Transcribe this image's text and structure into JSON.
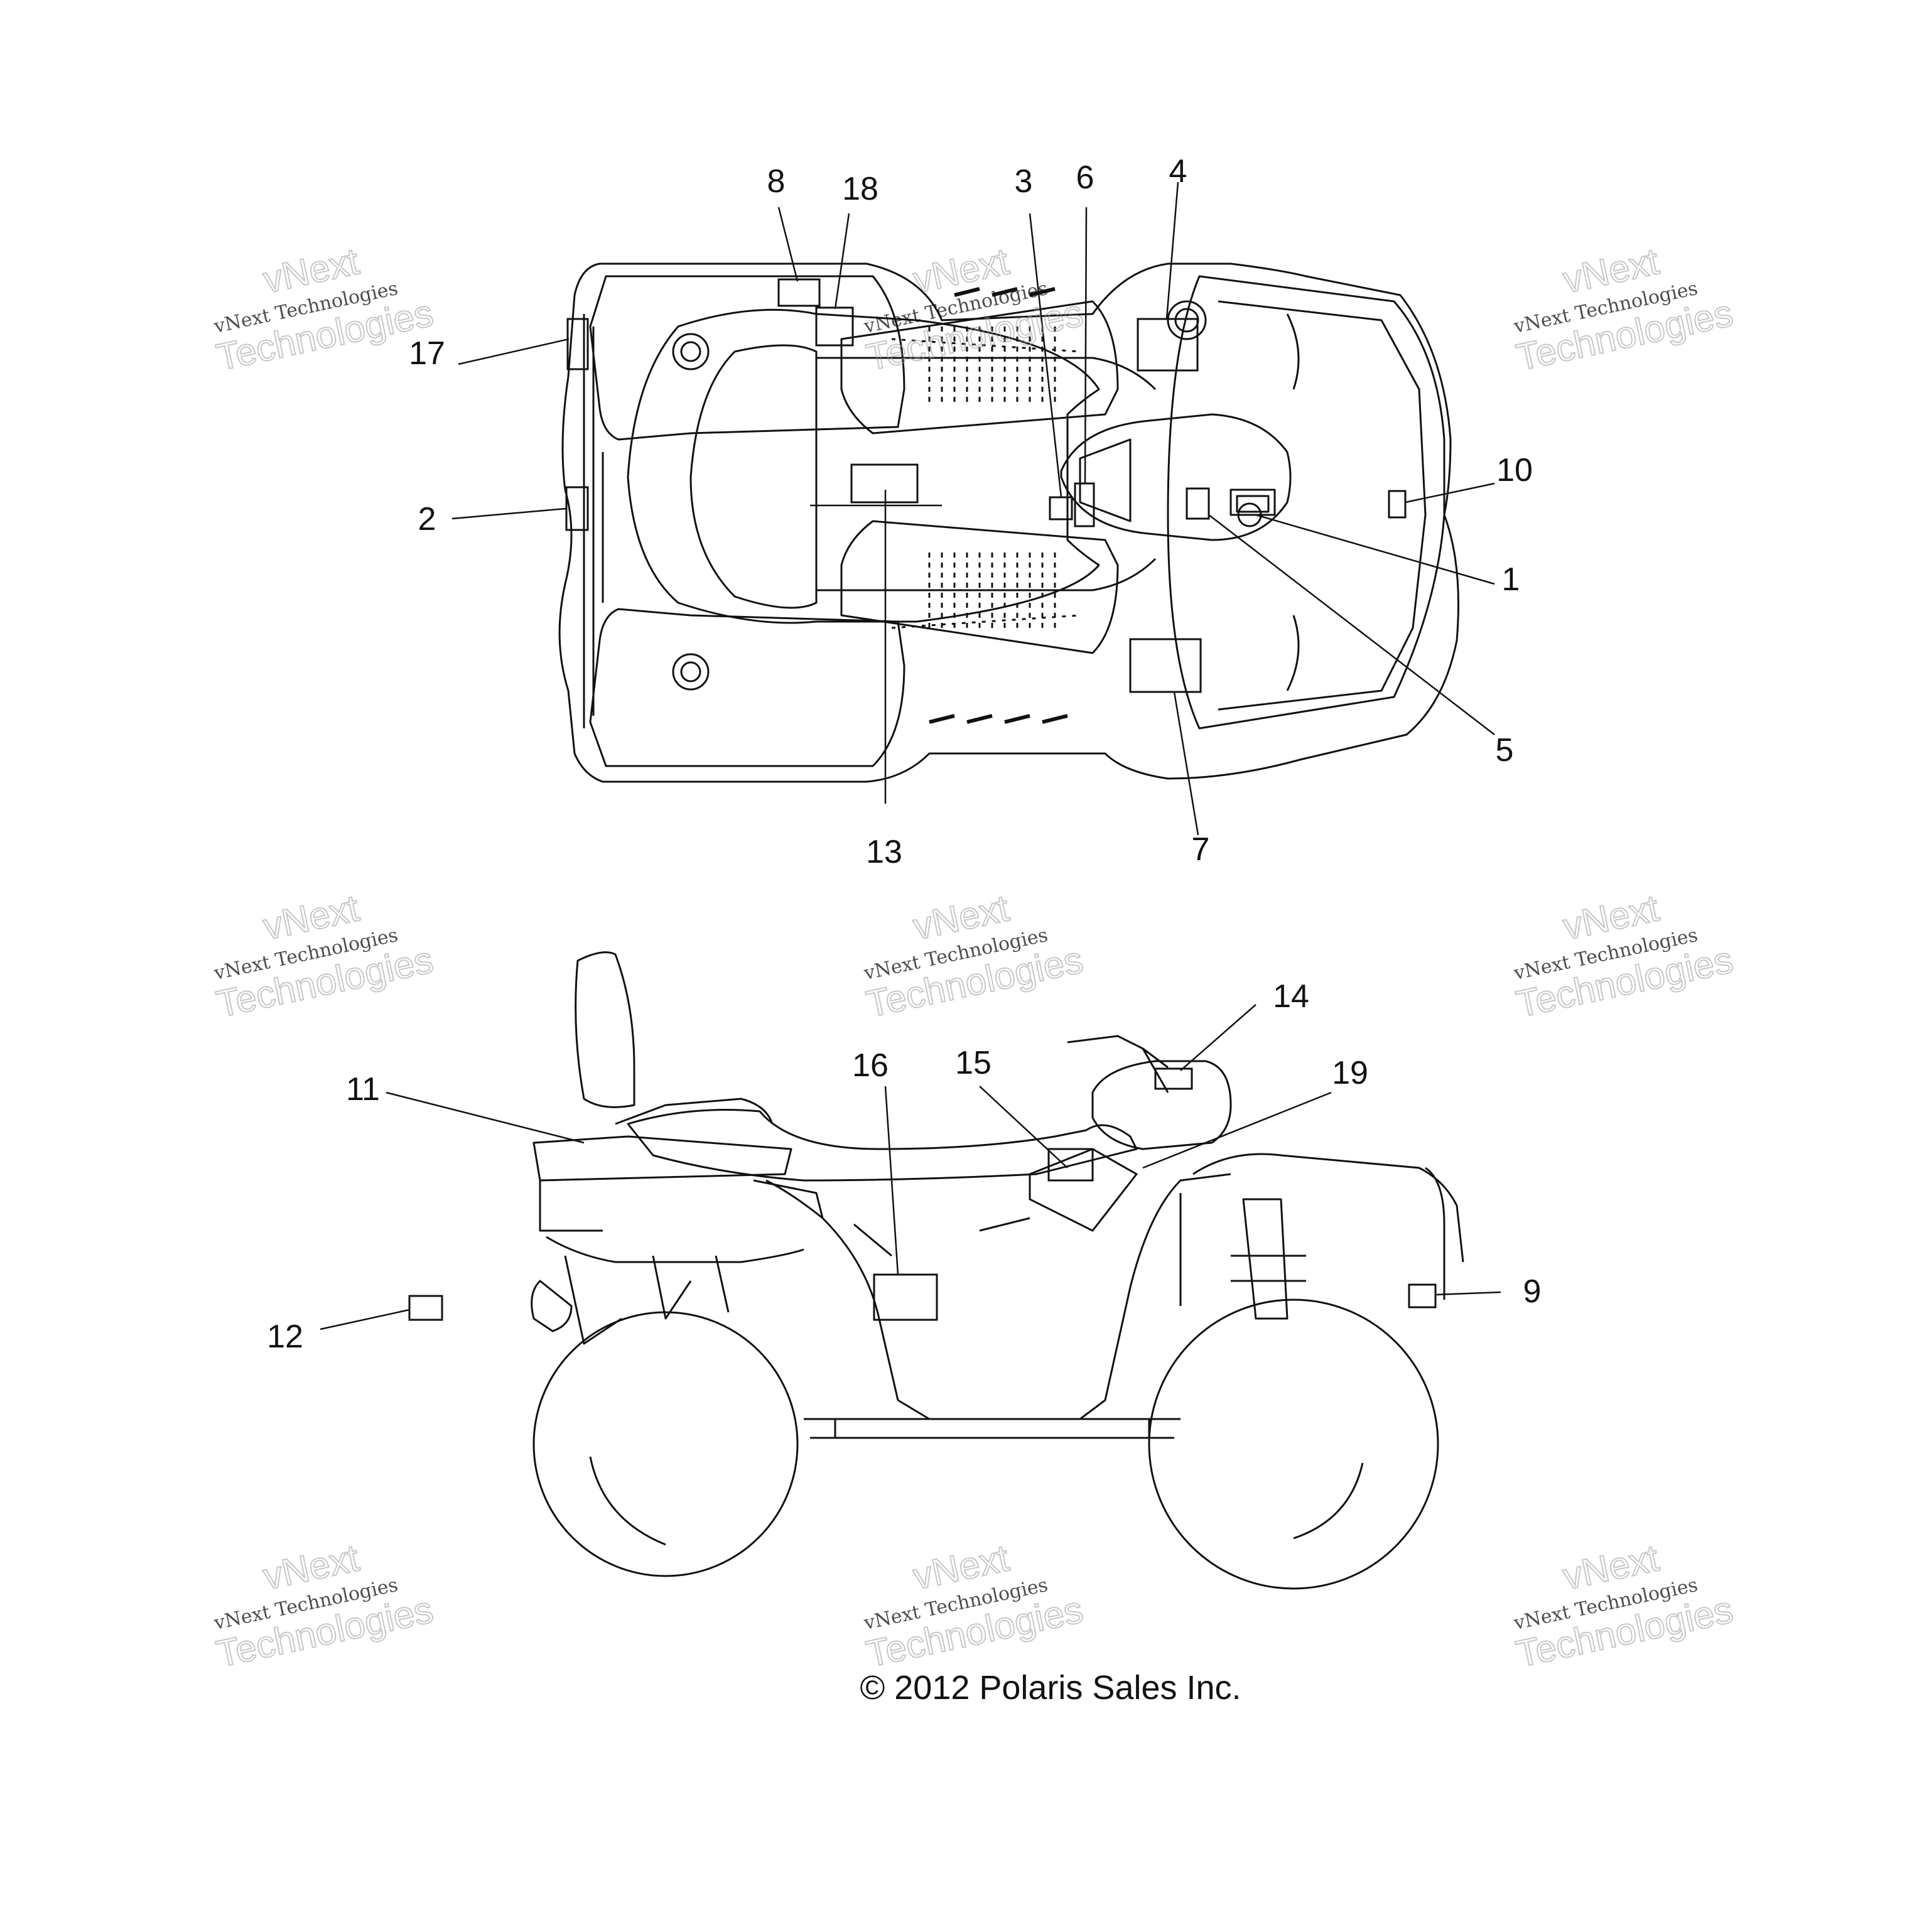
{
  "diagram": {
    "top_view_callouts": [
      "8",
      "18",
      "3",
      "6",
      "4",
      "17",
      "2",
      "10",
      "1",
      "5",
      "13",
      "7"
    ],
    "side_view_callouts": [
      "14",
      "16",
      "15",
      "19",
      "11",
      "9",
      "12"
    ],
    "copyright": "© 2012 Polaris Sales Inc."
  },
  "watermark": {
    "line1": "vNext",
    "line2": "vNext Technologies",
    "line3": "Technologies"
  }
}
